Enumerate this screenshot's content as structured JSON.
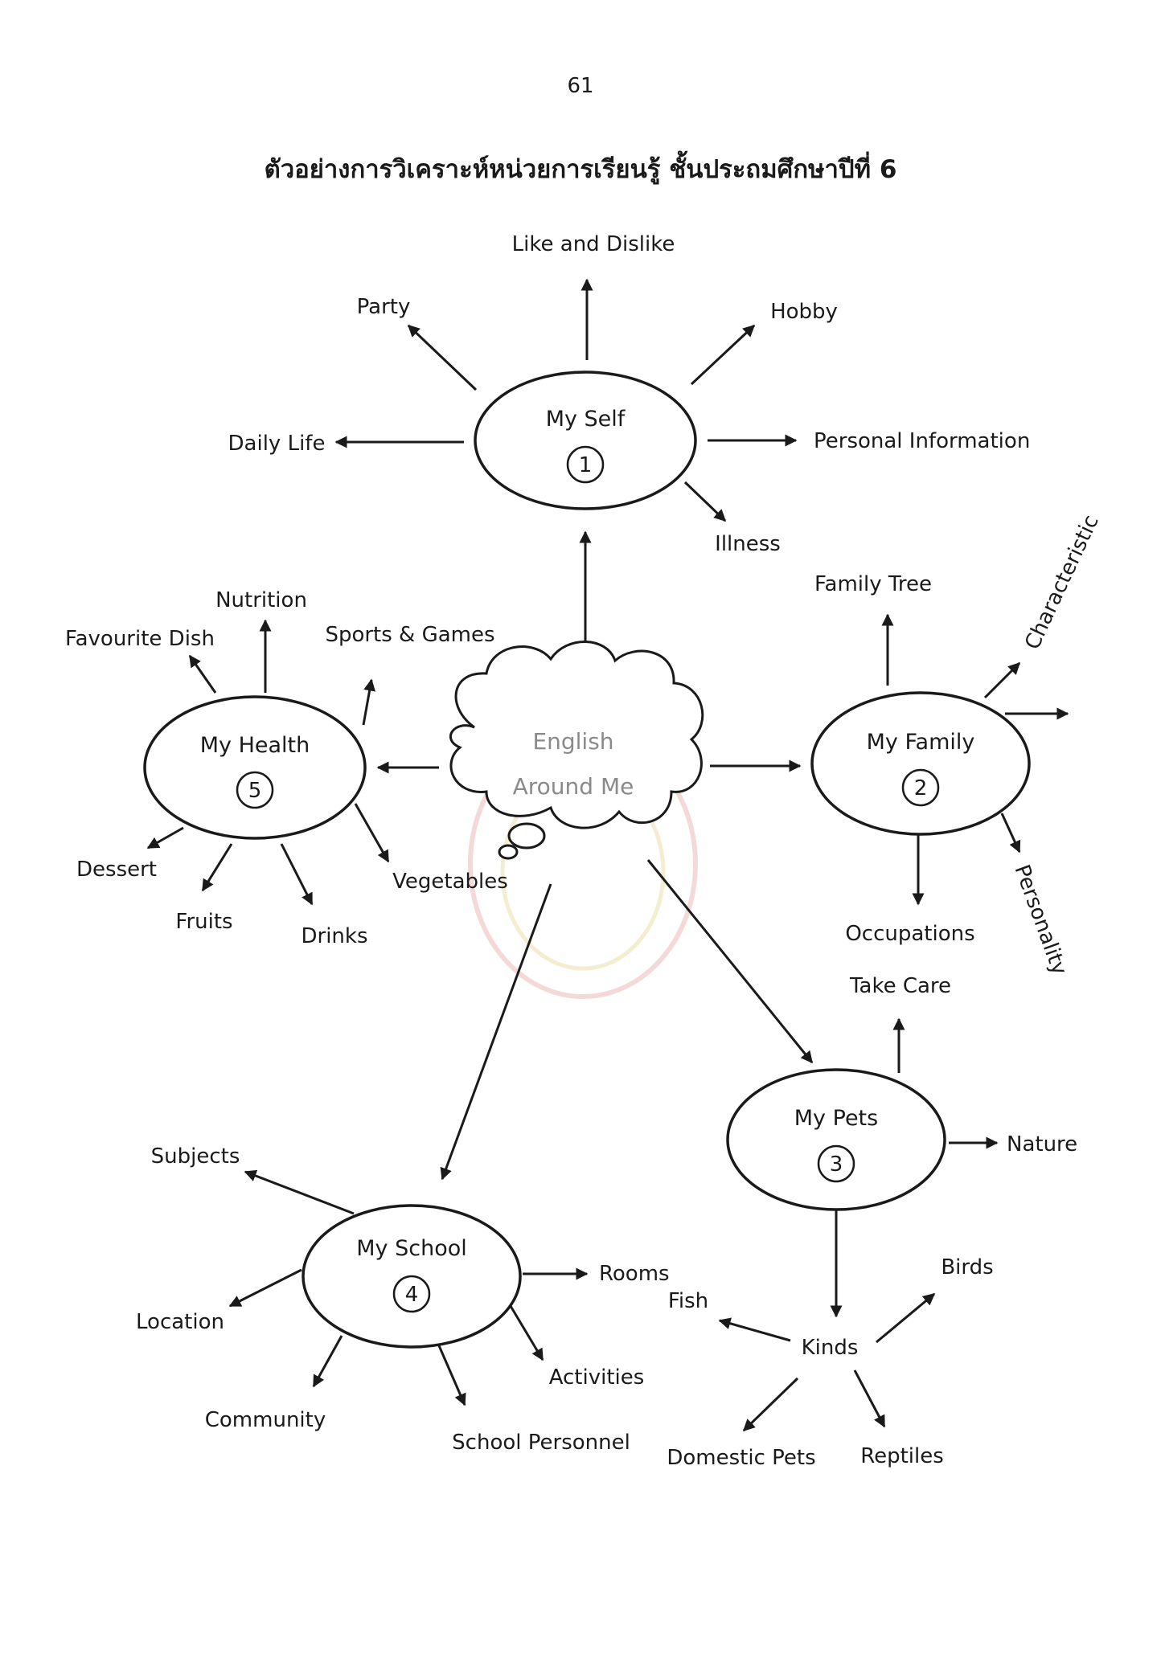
{
  "page_number": "61",
  "title": "ตัวอย่างการวิเคราะห์หน่วยการเรียนรู้ ชั้นประถมศึกษาปีที่ 6",
  "center": {
    "line1": "English",
    "line2": "Around Me"
  },
  "nodes": [
    {
      "id": "myself",
      "label": "My Self",
      "number": "1"
    },
    {
      "id": "myfamily",
      "label": "My Family",
      "number": "2"
    },
    {
      "id": "mypets",
      "label": "My Pets",
      "number": "3"
    },
    {
      "id": "myschool",
      "label": "My School",
      "number": "4"
    },
    {
      "id": "myhealth",
      "label": "My Health",
      "number": "5"
    }
  ],
  "labels": {
    "like_dislike": "Like and Dislike",
    "party": "Party",
    "hobby": "Hobby",
    "daily_life": "Daily Life",
    "personal_info": "Personal Information",
    "illness": "Illness",
    "family_tree": "Family Tree",
    "characteristic": "Characteristic",
    "occupations": "Occupations",
    "personality": "Personality",
    "nutrition": "Nutrition",
    "favourite_dish": "Favourite Dish",
    "sports_games": "Sports & Games",
    "dessert": "Dessert",
    "fruits": "Fruits",
    "drinks": "Drinks",
    "vegetables": "Vegetables",
    "take_care": "Take Care",
    "nature": "Nature",
    "kinds": "Kinds",
    "fish": "Fish",
    "birds": "Birds",
    "domestic_pets": "Domestic Pets",
    "reptiles": "Reptiles",
    "subjects": "Subjects",
    "location": "Location",
    "rooms": "Rooms",
    "activities": "Activities",
    "community": "Community",
    "school_personnel": "School Personnel"
  }
}
